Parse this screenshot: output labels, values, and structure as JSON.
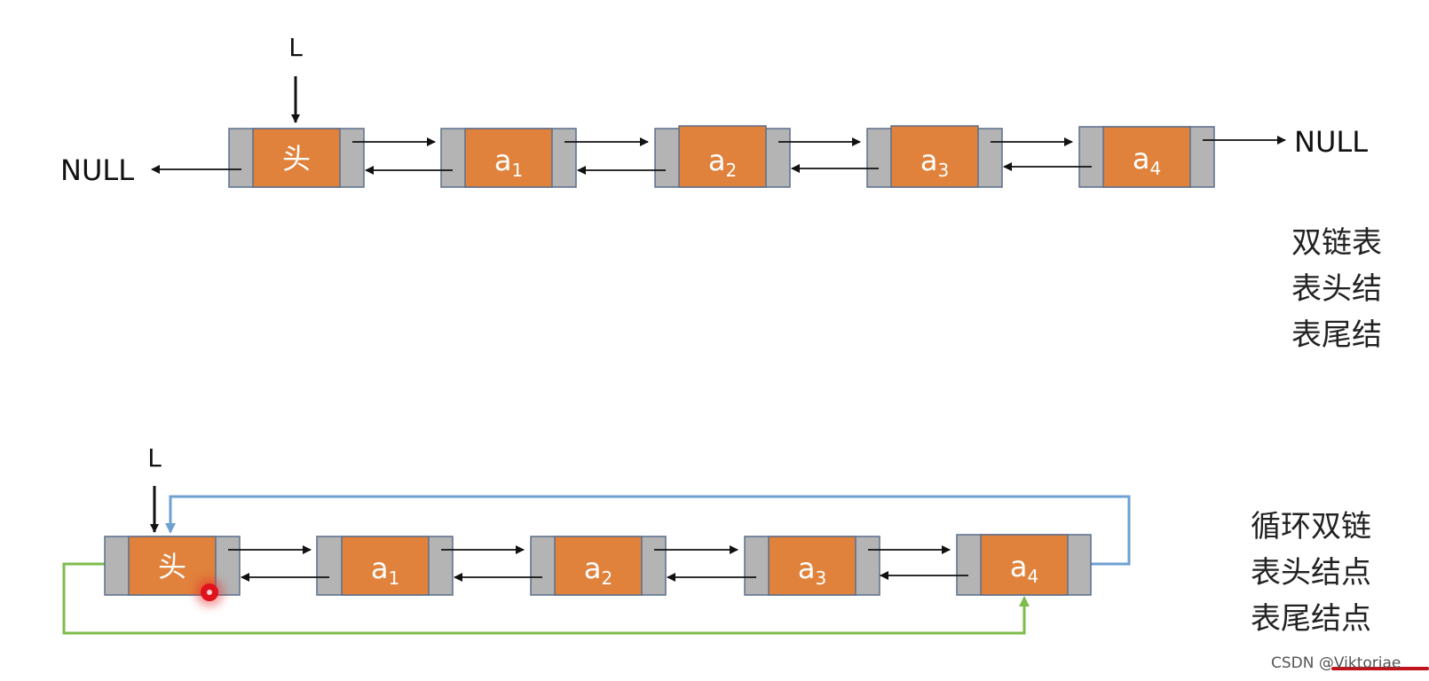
{
  "top_list": {
    "pointer_label": "L",
    "left_null": "NULL",
    "right_null": "NULL",
    "head_label": "头",
    "nodes": [
      {
        "base": "a",
        "sub": "1"
      },
      {
        "base": "a",
        "sub": "2"
      },
      {
        "base": "a",
        "sub": "3"
      },
      {
        "base": "a",
        "sub": "4"
      }
    ]
  },
  "bottom_list": {
    "pointer_label": "L",
    "head_label": "头",
    "nodes": [
      {
        "base": "a",
        "sub": "1"
      },
      {
        "base": "a",
        "sub": "2"
      },
      {
        "base": "a",
        "sub": "3"
      },
      {
        "base": "a",
        "sub": "4"
      }
    ]
  },
  "side_text": {
    "top_lines": [
      "双链表",
      "表头结",
      "表尾结"
    ],
    "bottom_lines": [
      "循环双链",
      "表头结点",
      "表尾结点"
    ]
  },
  "watermark": "CSDN @Viktoriae",
  "colors": {
    "node_fill": "#e0823c",
    "cell_fill": "#b4b4b4",
    "border": "#5a6e8c",
    "arrow": "#111111",
    "loop_blue": "#6fa0d2",
    "loop_green": "#7dbb4a"
  }
}
